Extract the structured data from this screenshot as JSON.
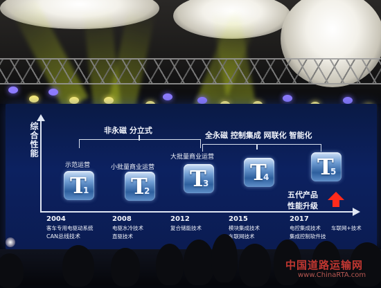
{
  "scene": "Conference stage with projected slide; chandeliers and stage lights above, audience silhouettes below",
  "slide": {
    "y_axis_label": "综合性能",
    "top_labels": {
      "left": "非永磁    分立式",
      "right": "全永磁   控制集成   网联化   智能化"
    },
    "stages": [
      {
        "badge": "T",
        "num": "1",
        "caption": "示范运营",
        "year": "2004",
        "detail1": "客车专用电驱动系统",
        "detail2": "CAN总线技术"
      },
      {
        "badge": "T",
        "num": "2",
        "caption": "小批量商业运营",
        "year": "2008",
        "detail1": "电驱水冷技术",
        "detail2": "直驱技术"
      },
      {
        "badge": "T",
        "num": "3",
        "caption": "大批量商业运营",
        "year": "2012",
        "detail1": "复合储能技术",
        "detail2": ""
      },
      {
        "badge": "T",
        "num": "4",
        "caption": "",
        "year": "2015",
        "detail1": "模块集成技术",
        "detail2": "车联网技术"
      },
      {
        "badge": "T",
        "num": "5",
        "caption": "",
        "year": "2017",
        "detail1": "电控集成技术",
        "detail2": "集成控制软件技"
      }
    ],
    "upgrade_note_line1": "五代产品",
    "upgrade_note_line2": "性能升级",
    "extra_right_text": "车联网+技术"
  },
  "watermark": {
    "chinese": "中国道路运输网",
    "url": "www.ChinaRTA.com"
  },
  "colors": {
    "screen_blue": "#0c2160",
    "accent_red": "#ff2b1c",
    "beam_yellow": "#dcf028"
  }
}
